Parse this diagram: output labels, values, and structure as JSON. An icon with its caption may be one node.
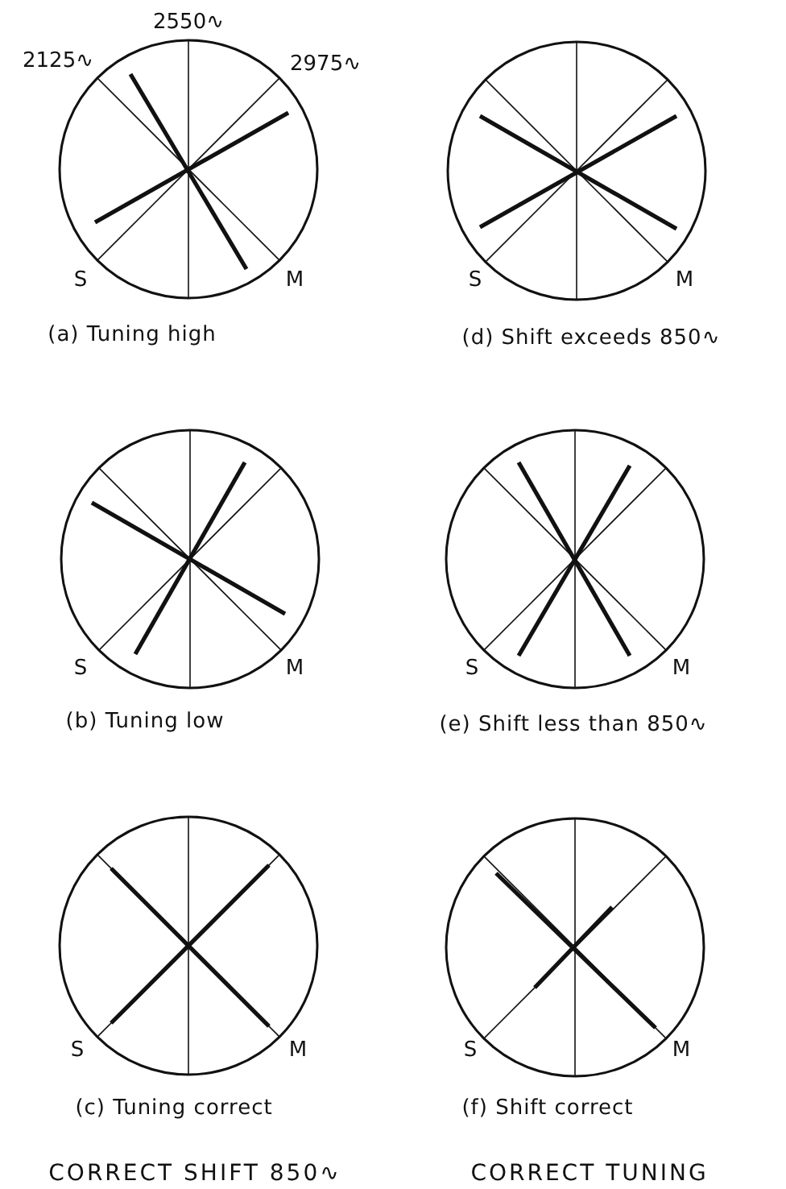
{
  "diagram": {
    "labels": [
      "2550∿",
      "2125∿",
      "2975∿",
      "S",
      "M",
      "S",
      "M",
      "(a) Tuning high",
      "(d) Shift exceeds 850∿",
      "S",
      "M",
      "S",
      "M",
      "(b) Tuning low",
      "(e) Shift less than 850∿",
      "S",
      "M",
      "S",
      "M",
      "(c) Tuning correct",
      "(f) Shift correct",
      "CORRECT SHIFT 850∿",
      "CORRECT TUNING"
    ]
  }
}
